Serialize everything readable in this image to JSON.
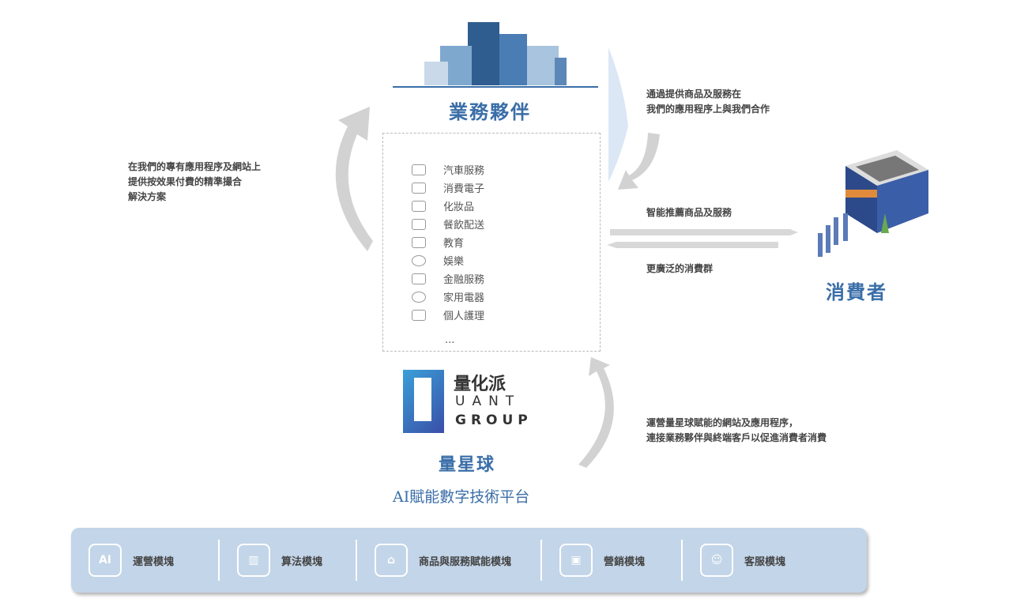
{
  "partner": {
    "title": "業務夥伴",
    "items": [
      {
        "icon": "car-icon",
        "label": "汽車服務"
      },
      {
        "icon": "laptop-icon",
        "label": "消費電子"
      },
      {
        "icon": "cosmetics-icon",
        "label": "化妝品"
      },
      {
        "icon": "food-delivery-icon",
        "label": "餐飲配送"
      },
      {
        "icon": "book-icon",
        "label": "教育"
      },
      {
        "icon": "smile-icon",
        "label": "娛樂"
      },
      {
        "icon": "wallet-icon",
        "label": "金融服務"
      },
      {
        "icon": "appliance-icon",
        "label": "家用電器"
      },
      {
        "icon": "personal-care-icon",
        "label": "個人護理"
      }
    ],
    "more": "..."
  },
  "notes": {
    "left": [
      "在我們的專有應用程序及網站上",
      "提供按效果付費的精準撮合",
      "解決方案"
    ],
    "top_right": [
      "通過提供商品及服務在",
      "我們的應用程序上與我們合作"
    ],
    "recommend": "智能推薦商品及服務",
    "broader": "更廣泛的消費群",
    "bottom_right": [
      "運營量星球賦能的網站及應用程序，",
      "連接業務夥伴與終端客戶以促進消費者消費"
    ]
  },
  "consumer": {
    "title": "消費者"
  },
  "logo": {
    "cn": "量化派",
    "line1": "UANT",
    "line2": "GROUP"
  },
  "platform": {
    "name": "量星球",
    "subtitle": "AI賦能數字技術平台"
  },
  "modules": [
    {
      "icon": "ai-head-icon",
      "glyph": "AI",
      "label": "運營模塊"
    },
    {
      "icon": "chart-icon",
      "glyph": "▥",
      "label": "算法模塊"
    },
    {
      "icon": "house-icon",
      "glyph": "⌂",
      "label": "商品與服務賦能模塊"
    },
    {
      "icon": "flowchart-icon",
      "glyph": "▣",
      "label": "營銷模塊"
    },
    {
      "icon": "people-icon",
      "glyph": "☺",
      "label": "客服模塊"
    }
  ],
  "colors": {
    "accent": "#3a6ea8",
    "bar": "#c3d5e8",
    "arrow": "#cfcfcf"
  }
}
